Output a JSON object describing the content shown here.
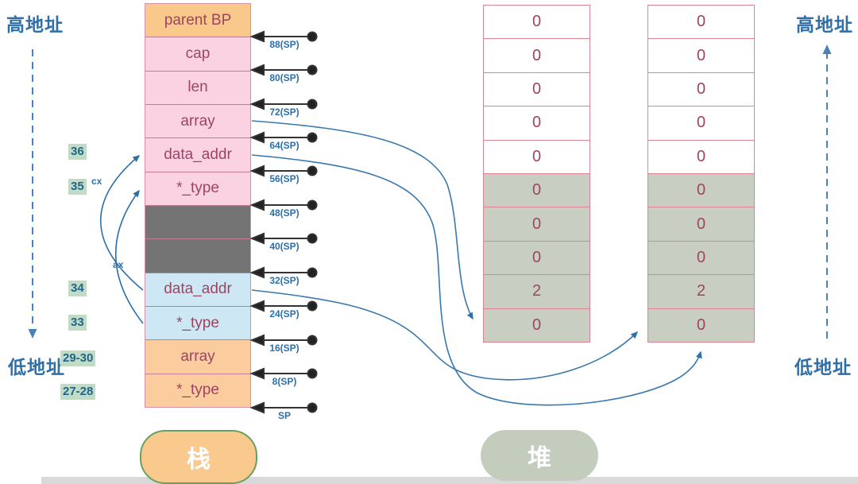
{
  "left_axis": {
    "high_label": "高地址",
    "low_label": "低地址"
  },
  "right_axis": {
    "high_label": "高地址",
    "low_label": "低地址"
  },
  "registers": {
    "cx": "cx",
    "ax": "ax"
  },
  "stack": {
    "pill_label": "栈",
    "rows": [
      {
        "label": "parent BP",
        "fill": "orange"
      },
      {
        "label": "cap",
        "fill": "pink"
      },
      {
        "label": "len",
        "fill": "pink"
      },
      {
        "label": "array",
        "fill": "pink"
      },
      {
        "label": "data_addr",
        "fill": "pink"
      },
      {
        "label": "*_type",
        "fill": "pink"
      },
      {
        "label": "",
        "fill": "darkgray"
      },
      {
        "label": "",
        "fill": "darkgray"
      },
      {
        "label": "data_addr",
        "fill": "lightblue"
      },
      {
        "label": "*_type",
        "fill": "lightblue"
      },
      {
        "label": "array",
        "fill": "orange2"
      },
      {
        "label": "*_type",
        "fill": "orange2"
      }
    ],
    "sp_offsets": [
      "88(SP)",
      "80(SP)",
      "72(SP)",
      "64(SP)",
      "56(SP)",
      "48(SP)",
      "40(SP)",
      "32(SP)",
      "24(SP)",
      "16(SP)",
      "8(SP)",
      "SP"
    ],
    "line_numbers": [
      "36",
      "35",
      "34",
      "33",
      "29-30",
      "27-28"
    ]
  },
  "heap": {
    "pill_label": "堆",
    "left_column": [
      "0",
      "0",
      "0",
      "0",
      "0",
      "0",
      "0",
      "0",
      "2",
      "0"
    ],
    "right_column": [
      "0",
      "0",
      "0",
      "0",
      "0",
      "0",
      "0",
      "0",
      "2",
      "0"
    ]
  },
  "colors": {
    "accent_blue": "#2d6fa8",
    "maroon_text": "#9d4560",
    "stack_orange": "#f9c98c",
    "stack_pink": "#fbd2e2",
    "stack_gray": "#747474",
    "stack_lightblue": "#cde8f4",
    "heap_gray_cell": "#c8cec2",
    "tag_green_bg": "#c2dbc6",
    "cell_border": "#d991a6",
    "heap_border": "#e0828f"
  }
}
